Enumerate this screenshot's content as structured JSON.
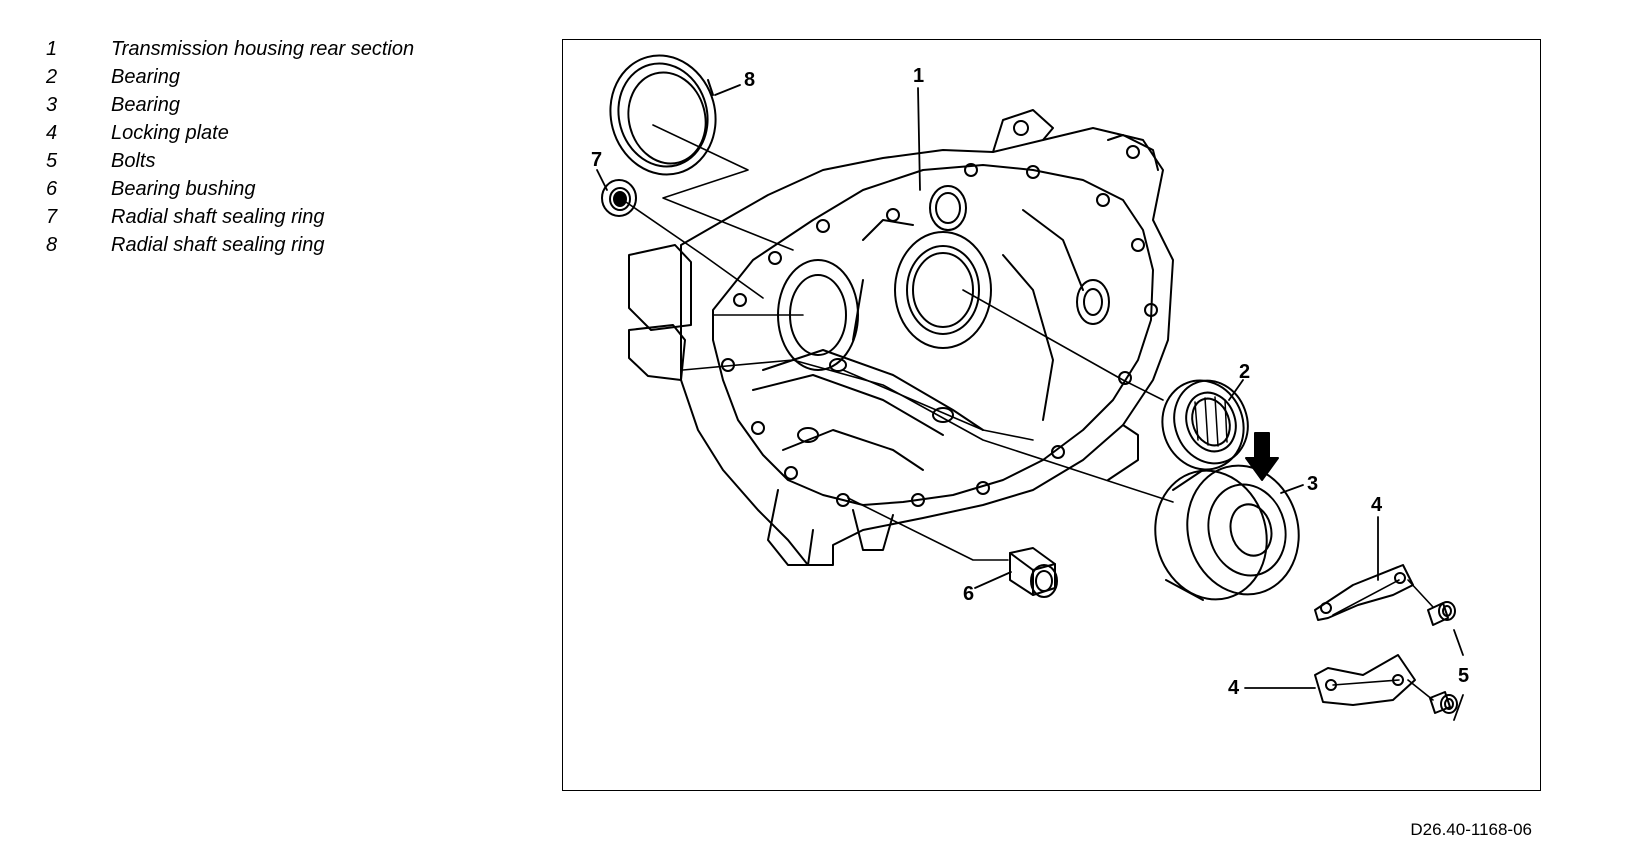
{
  "legend": {
    "items": [
      {
        "num": "1",
        "text": "Transmission housing rear section"
      },
      {
        "num": "2",
        "text": "Bearing"
      },
      {
        "num": "3",
        "text": "Bearing"
      },
      {
        "num": "4",
        "text": "Locking plate"
      },
      {
        "num": "5",
        "text": "Bolts"
      },
      {
        "num": "6",
        "text": "Bearing bushing"
      },
      {
        "num": "7",
        "text": "Radial shaft sealing ring"
      },
      {
        "num": "8",
        "text": "Radial shaft sealing ring"
      }
    ]
  },
  "diagram": {
    "callouts": {
      "c1": "1",
      "c2": "2",
      "c3": "3",
      "c4a": "4",
      "c4b": "4",
      "c5": "5",
      "c6": "6",
      "c7": "7",
      "c8": "8"
    },
    "figure_code": "D26.40-1168-06"
  }
}
